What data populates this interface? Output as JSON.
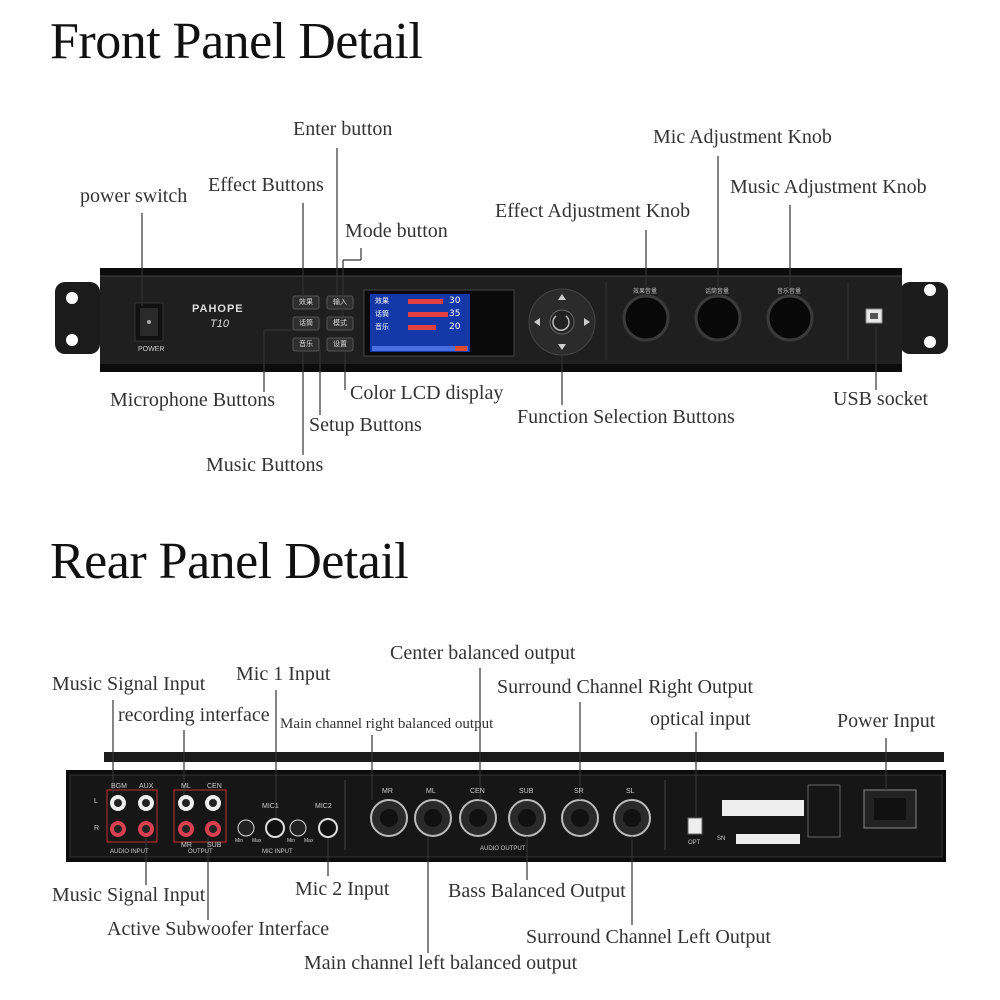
{
  "front": {
    "title": "Front Panel Detail",
    "brand": "PAHOPE",
    "model": "T10",
    "power_label": "POWER",
    "buttons": [
      "效果",
      "输入",
      "话筒",
      "模式",
      "音乐",
      "设置"
    ],
    "lcd": {
      "rows": [
        {
          "label": "效果",
          "value": "30"
        },
        {
          "label": "话筒",
          "value": "35"
        },
        {
          "label": "音乐",
          "value": "20"
        }
      ]
    },
    "knob_labels": [
      "效果音量",
      "话筒音量",
      "音乐音量"
    ],
    "callouts": {
      "power_switch": "power switch",
      "effect_buttons": "Effect Buttons",
      "enter_button": "Enter button",
      "mode_button": "Mode button",
      "effect_knob": "Effect Adjustment Knob",
      "mic_knob": "Mic Adjustment Knob",
      "music_knob": "Music Adjustment Knob",
      "microphone_buttons": "Microphone Buttons",
      "color_lcd": "Color LCD display",
      "setup_buttons": "Setup Buttons",
      "music_buttons": "Music Buttons",
      "function_buttons": "Function Selection Buttons",
      "usb_socket": "USB socket"
    }
  },
  "rear": {
    "title": "Rear Panel Detail",
    "jack_labels": {
      "bgm": "BGM",
      "aux": "AUX",
      "ml": "ML",
      "cen": "CEN",
      "mr": "MR",
      "sub": "SUB",
      "l": "L",
      "r": "R",
      "audio_input": "AUDIO INPUT",
      "output": "OUTPUT",
      "mic1": "MIC1",
      "mic2": "MIC2",
      "mic_input": "MIC INPUT",
      "min": "Min",
      "max": "Max",
      "xlr": [
        "MR",
        "ML",
        "CEN",
        "SUB",
        "SR",
        "SL"
      ],
      "audio_output": "AUDIO OUTPUT",
      "opt": "OPT",
      "sn": "SN"
    },
    "callouts": {
      "music_signal_input_top": "Music Signal Input",
      "mic1_input": "Mic 1 Input",
      "recording_interface": "recording interface",
      "main_right": "Main channel right balanced output",
      "center_out": "Center balanced output",
      "surround_right": "Surround Channel Right Output",
      "optical_input": "optical input",
      "power_input": "Power Input",
      "music_signal_input_bottom": "Music Signal Input",
      "mic2_input": "Mic 2 Input",
      "bass_out": "Bass Balanced Output",
      "active_sub": "Active Subwoofer Interface",
      "surround_left": "Surround Channel Left Output",
      "main_left": "Main channel left balanced output"
    }
  }
}
